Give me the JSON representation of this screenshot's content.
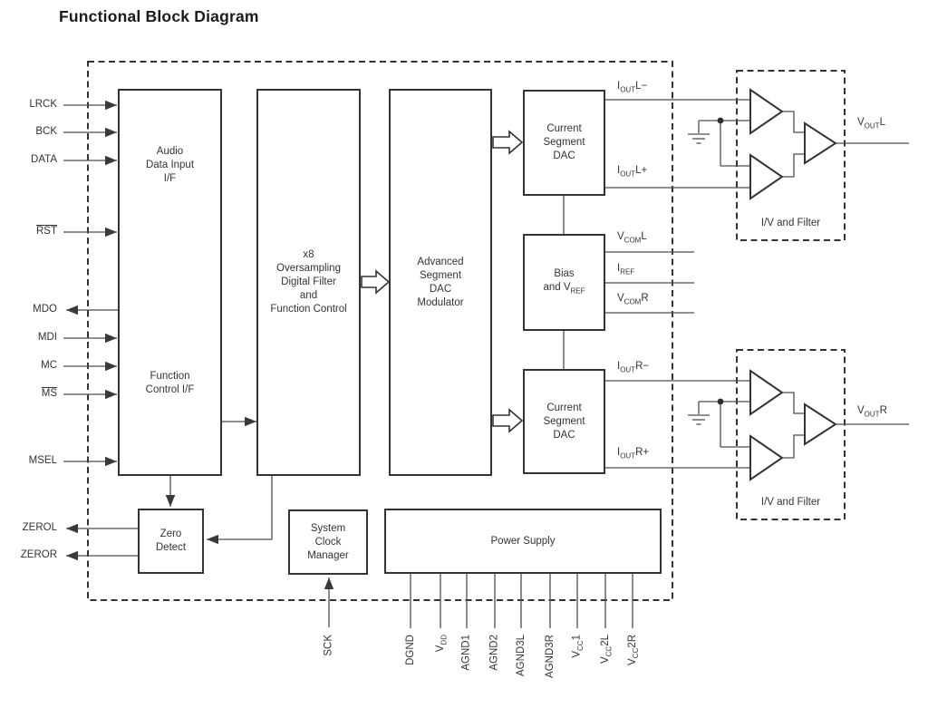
{
  "title": "Functional Block Diagram",
  "colors": {
    "line": "#4d4d4d",
    "border": "#333333",
    "background": "#ffffff"
  },
  "blocks": {
    "audio_if": {
      "line1": "Audio",
      "line2": "Data Input",
      "line3": "I/F"
    },
    "function_if": {
      "line1": "Function",
      "line2": "Control I/F"
    },
    "filter": {
      "line1": "x8",
      "line2": "Oversampling",
      "line3": "Digital Filter",
      "line4": "and",
      "line5": "Function Control"
    },
    "modulator": {
      "line1": "Advanced",
      "line2": "Segment",
      "line3": "DAC",
      "line4": "Modulator"
    },
    "dac_left": {
      "line1": "Current",
      "line2": "Segment",
      "line3": "DAC"
    },
    "dac_right": {
      "line1": "Current",
      "line2": "Segment",
      "line3": "DAC"
    },
    "bias": {
      "line1": "Bias",
      "line2_pre": "and V",
      "line2_sub": "REF"
    },
    "zero_detect": {
      "line1": "Zero",
      "line2": "Detect"
    },
    "clock_manager": {
      "line1": "System",
      "line2": "Clock",
      "line3": "Manager"
    },
    "power_supply": {
      "label": "Power Supply"
    },
    "iv_filter_left": {
      "label": "I/V and Filter"
    },
    "iv_filter_right": {
      "label": "I/V and Filter"
    }
  },
  "pins": {
    "left": [
      {
        "label": "LRCK",
        "overline": false,
        "direction": "in"
      },
      {
        "label": "BCK",
        "overline": false,
        "direction": "in"
      },
      {
        "label": "DATA",
        "overline": false,
        "direction": "in"
      },
      {
        "label": "RST",
        "overline": true,
        "direction": "in"
      },
      {
        "label": "MDO",
        "overline": false,
        "direction": "out"
      },
      {
        "label": "MDI",
        "overline": false,
        "direction": "in"
      },
      {
        "label": "MC",
        "overline": false,
        "direction": "in"
      },
      {
        "label": "MS",
        "overline": true,
        "direction": "in"
      },
      {
        "label": "MSEL",
        "overline": false,
        "direction": "in"
      },
      {
        "label": "ZEROL",
        "overline": false,
        "direction": "out"
      },
      {
        "label": "ZEROR",
        "overline": false,
        "direction": "out"
      }
    ],
    "right": [
      {
        "pre": "I",
        "sub": "OUT",
        "post": "L−"
      },
      {
        "pre": "I",
        "sub": "OUT",
        "post": "L+"
      },
      {
        "pre": "V",
        "sub": "COM",
        "post": "L"
      },
      {
        "pre": "I",
        "sub": "REF",
        "post": ""
      },
      {
        "pre": "V",
        "sub": "COM",
        "post": "R"
      },
      {
        "pre": "I",
        "sub": "OUT",
        "post": "R−"
      },
      {
        "pre": "I",
        "sub": "OUT",
        "post": "R+"
      },
      {
        "pre": "V",
        "sub": "OUT",
        "post": "L"
      },
      {
        "pre": "V",
        "sub": "OUT",
        "post": "R"
      }
    ],
    "bottom": [
      {
        "pre": "SCK",
        "sub": "",
        "post": ""
      },
      {
        "pre": "DGND",
        "sub": "",
        "post": ""
      },
      {
        "pre": "V",
        "sub": "DD",
        "post": ""
      },
      {
        "pre": "AGND1",
        "sub": "",
        "post": ""
      },
      {
        "pre": "AGND2",
        "sub": "",
        "post": ""
      },
      {
        "pre": "AGND3L",
        "sub": "",
        "post": ""
      },
      {
        "pre": "AGND3R",
        "sub": "",
        "post": ""
      },
      {
        "pre": "V",
        "sub": "CC",
        "post": "1"
      },
      {
        "pre": "V",
        "sub": "CC",
        "post": "2L"
      },
      {
        "pre": "V",
        "sub": "CC",
        "post": "2R"
      }
    ]
  }
}
